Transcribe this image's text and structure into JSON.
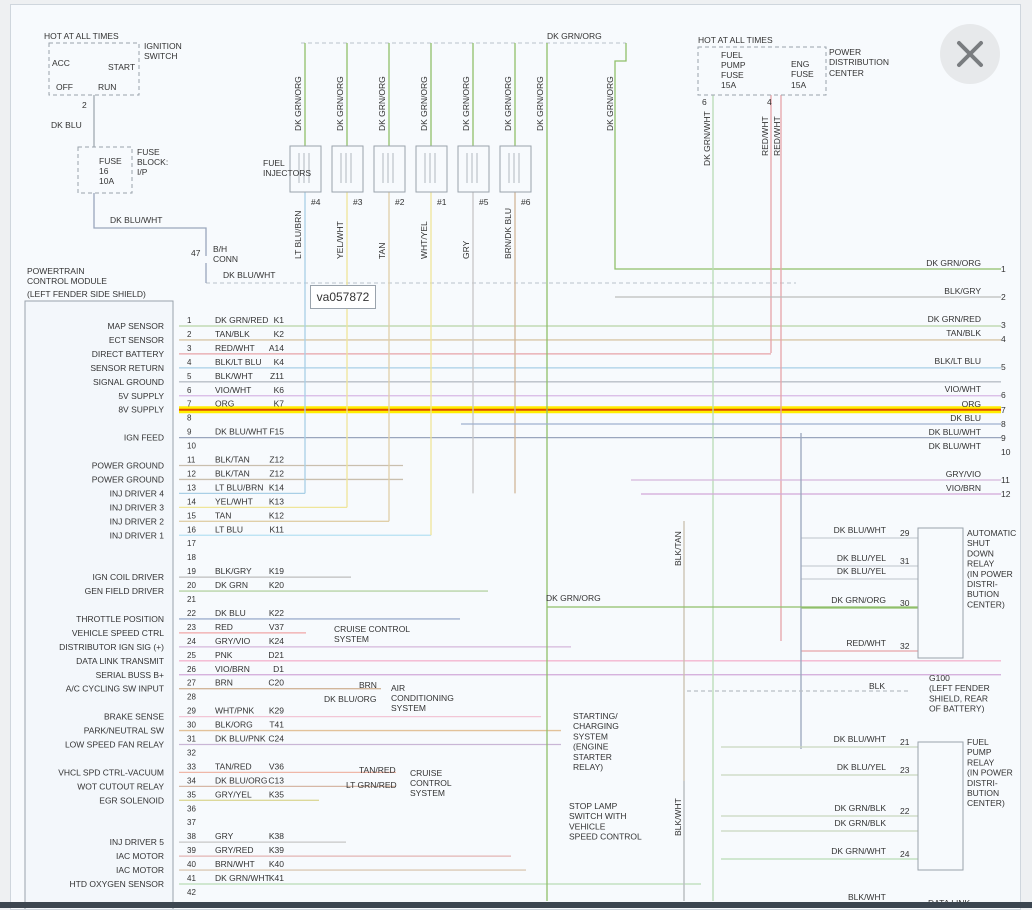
{
  "top_labels": [
    {
      "id": "hot-all-times-left",
      "text": "HOT AT ALL TIMES"
    },
    {
      "id": "ign-switch-1",
      "text": "IGNITION"
    },
    {
      "id": "ign-switch-2",
      "text": "SWITCH"
    },
    {
      "id": "acc",
      "text": "ACC"
    },
    {
      "id": "start",
      "text": "START"
    },
    {
      "id": "off",
      "text": "OFF"
    },
    {
      "id": "run",
      "text": "RUN"
    },
    {
      "id": "pin2",
      "text": "2"
    },
    {
      "id": "dkblu",
      "text": "DK BLU"
    },
    {
      "id": "fuse-a",
      "text": "FUSE"
    },
    {
      "id": "fuse-b",
      "text": "16"
    },
    {
      "id": "fuse-c",
      "text": "10A"
    },
    {
      "id": "fuseblock-1",
      "text": "FUSE"
    },
    {
      "id": "fuseblock-2",
      "text": "BLOCK:"
    },
    {
      "id": "fuseblock-3",
      "text": "I/P"
    },
    {
      "id": "dkbluwht-1",
      "text": "DK BLU/WHT"
    },
    {
      "id": "pin47",
      "text": "47"
    },
    {
      "id": "bh-1",
      "text": "B/H"
    },
    {
      "id": "bh-2",
      "text": "CONN"
    },
    {
      "id": "dkbluwht-2",
      "text": "DK BLU/WHT"
    },
    {
      "id": "pcm-1",
      "text": "POWERTRAIN"
    },
    {
      "id": "pcm-2",
      "text": "CONTROL MODULE"
    },
    {
      "id": "pcm-3",
      "text": "(LEFT FENDER SIDE SHIELD)"
    },
    {
      "id": "fuel-inj-1",
      "text": "FUEL"
    },
    {
      "id": "fuel-inj-2",
      "text": "INJECTORS"
    },
    {
      "id": "dkgrnorg-top",
      "text": "DK GRN/ORG"
    },
    {
      "id": "hot-all-times-right",
      "text": "HOT AT ALL TIMES"
    },
    {
      "id": "fp-fuse-1",
      "text": "FUEL"
    },
    {
      "id": "fp-fuse-2",
      "text": "PUMP"
    },
    {
      "id": "fp-fuse-3",
      "text": "FUSE"
    },
    {
      "id": "fp-fuse-4",
      "text": "15A"
    },
    {
      "id": "eng-fuse-1",
      "text": "ENG"
    },
    {
      "id": "eng-fuse-2",
      "text": "FUSE"
    },
    {
      "id": "eng-fuse-3",
      "text": "15A"
    },
    {
      "id": "pdc-1",
      "text": "POWER"
    },
    {
      "id": "pdc-2",
      "text": "DISTRIBUTION"
    },
    {
      "id": "pdc-3",
      "text": "CENTER"
    },
    {
      "id": "pin6",
      "text": "6"
    },
    {
      "id": "pin4",
      "text": "4"
    }
  ],
  "watermark": "va057872",
  "injectors": [
    "#4",
    "#3",
    "#2",
    "#1",
    "#5",
    "#6"
  ],
  "injector_top_wires": [
    "DK GRN/ORG",
    "DK GRN/ORG",
    "DK GRN/ORG",
    "DK GRN/ORG",
    "DK GRN/ORG",
    "DK GRN/ORG"
  ],
  "extra_vertical": [
    "DK GRN/ORG",
    "DK GRN/ORG"
  ],
  "injector_bottom_wires": [
    "LT BLU/BRN",
    "YEL/WHT",
    "TAN",
    "WHT/YEL",
    "GRY",
    "BRN/DK BLU"
  ],
  "right_vertical": [
    "DK GRN/WHT",
    "RED/WHT",
    "RED/WHT",
    "BLK/TAN",
    "BLK/WHT"
  ],
  "pcm_pins": [
    {
      "n": "1",
      "label": "MAP SENSOR",
      "wire": "DK GRN/RED",
      "circuit": "K1"
    },
    {
      "n": "2",
      "label": "ECT SENSOR",
      "wire": "TAN/BLK",
      "circuit": "K2"
    },
    {
      "n": "3",
      "label": "DIRECT BATTERY",
      "wire": "RED/WHT",
      "circuit": "A14"
    },
    {
      "n": "4",
      "label": "SENSOR RETURN",
      "wire": "BLK/LT BLU",
      "circuit": "K4"
    },
    {
      "n": "5",
      "label": "SIGNAL GROUND",
      "wire": "BLK/WHT",
      "circuit": "Z11"
    },
    {
      "n": "6",
      "label": "5V SUPPLY",
      "wire": "VIO/WHT",
      "circuit": "K6"
    },
    {
      "n": "7",
      "label": "8V SUPPLY",
      "wire": "ORG",
      "circuit": "K7"
    },
    {
      "n": "8",
      "label": "",
      "wire": "",
      "circuit": ""
    },
    {
      "n": "9",
      "label": "IGN FEED",
      "wire": "DK BLU/WHT",
      "circuit": "F15"
    },
    {
      "n": "10",
      "label": "",
      "wire": "",
      "circuit": ""
    },
    {
      "n": "11",
      "label": "POWER GROUND",
      "wire": "BLK/TAN",
      "circuit": "Z12"
    },
    {
      "n": "12",
      "label": "POWER GROUND",
      "wire": "BLK/TAN",
      "circuit": "Z12"
    },
    {
      "n": "13",
      "label": "INJ DRIVER 4",
      "wire": "LT BLU/BRN",
      "circuit": "K14"
    },
    {
      "n": "14",
      "label": "INJ DRIVER 3",
      "wire": "YEL/WHT",
      "circuit": "K13"
    },
    {
      "n": "15",
      "label": "INJ DRIVER 2",
      "wire": "TAN",
      "circuit": "K12"
    },
    {
      "n": "16",
      "label": "INJ DRIVER 1",
      "wire": "LT BLU",
      "circuit": "K11"
    },
    {
      "n": "17",
      "label": "",
      "wire": "",
      "circuit": ""
    },
    {
      "n": "18",
      "label": "",
      "wire": "",
      "circuit": ""
    },
    {
      "n": "19",
      "label": "IGN COIL DRIVER",
      "wire": "BLK/GRY",
      "circuit": "K19"
    },
    {
      "n": "20",
      "label": "GEN FIELD DRIVER",
      "wire": "DK GRN",
      "circuit": "K20"
    },
    {
      "n": "21",
      "label": "",
      "wire": "",
      "circuit": ""
    },
    {
      "n": "22",
      "label": "THROTTLE POSITION",
      "wire": "DK BLU",
      "circuit": "K22"
    },
    {
      "n": "23",
      "label": "VEHICLE SPEED CTRL",
      "wire": "RED",
      "circuit": "V37"
    },
    {
      "n": "24",
      "label": "DISTRIBUTOR IGN SIG (+)",
      "wire": "GRY/VIO",
      "circuit": "K24"
    },
    {
      "n": "25",
      "label": "DATA LINK TRANSMIT",
      "wire": "PNK",
      "circuit": "D21"
    },
    {
      "n": "26",
      "label": "SERIAL BUSS B+",
      "wire": "VIO/BRN",
      "circuit": "D1"
    },
    {
      "n": "27",
      "label": "A/C CYCLING SW INPUT",
      "wire": "BRN",
      "circuit": "C20"
    },
    {
      "n": "28",
      "label": "",
      "wire": "",
      "circuit": ""
    },
    {
      "n": "29",
      "label": "BRAKE SENSE",
      "wire": "WHT/PNK",
      "circuit": "K29"
    },
    {
      "n": "30",
      "label": "PARK/NEUTRAL SW",
      "wire": "BLK/ORG",
      "circuit": "T41"
    },
    {
      "n": "31",
      "label": "LOW SPEED FAN RELAY",
      "wire": "DK BLU/PNK",
      "circuit": "C24"
    },
    {
      "n": "32",
      "label": "",
      "wire": "",
      "circuit": ""
    },
    {
      "n": "33",
      "label": "VHCL SPD CTRL-VACUUM",
      "wire": "TAN/RED",
      "circuit": "V36"
    },
    {
      "n": "34",
      "label": "WOT CUTOUT RELAY",
      "wire": "DK BLU/ORG",
      "circuit": "C13"
    },
    {
      "n": "35",
      "label": "EGR SOLENOID",
      "wire": "GRY/YEL",
      "circuit": "K35"
    },
    {
      "n": "36",
      "label": "",
      "wire": "",
      "circuit": ""
    },
    {
      "n": "37",
      "label": "",
      "wire": "",
      "circuit": ""
    },
    {
      "n": "38",
      "label": "INJ DRIVER 5",
      "wire": "GRY",
      "circuit": "K38"
    },
    {
      "n": "39",
      "label": "IAC MOTOR",
      "wire": "GRY/RED",
      "circuit": "K39"
    },
    {
      "n": "40",
      "label": "IAC MOTOR",
      "wire": "BRN/WHT",
      "circuit": "K40"
    },
    {
      "n": "41",
      "label": "HTD OXYGEN SENSOR",
      "wire": "DK GRN/WHT",
      "circuit": "K41"
    },
    {
      "n": "42",
      "label": "",
      "wire": "",
      "circuit": ""
    }
  ],
  "right_connector": [
    {
      "n": "1",
      "wire": "DK GRN/ORG"
    },
    {
      "n": "2",
      "wire": "BLK/GRY"
    },
    {
      "n": "3",
      "wire": "DK GRN/RED"
    },
    {
      "n": "4",
      "wire": "TAN/BLK"
    },
    {
      "n": "5",
      "wire": "BLK/LT BLU"
    },
    {
      "n": "6",
      "wire": "VIO/WHT"
    },
    {
      "n": "7",
      "wire": "ORG"
    },
    {
      "n": "8",
      "wire": "DK BLU"
    },
    {
      "n": "9",
      "wire": "DK BLU/WHT"
    },
    {
      "n": "10",
      "wire": "DK BLU/WHT"
    },
    {
      "n": "11",
      "wire": "GRY/VIO"
    },
    {
      "n": "12",
      "wire": "VIO/BRN"
    }
  ],
  "asd_relay": {
    "title": [
      "AUTOMATIC",
      "SHUT",
      "DOWN",
      "RELAY",
      "(IN POWER",
      "DISTRI-",
      "BUTION",
      "CENTER)"
    ],
    "pins": [
      {
        "n": "29",
        "wire": "DK BLU/WHT"
      },
      {
        "n": "31",
        "wire": "DK BLU/YEL"
      },
      {
        "n": "",
        "wire": "DK BLU/YEL"
      },
      {
        "n": "30",
        "wire": "DK GRN/ORG"
      },
      {
        "n": "32",
        "wire": "RED/WHT"
      }
    ]
  },
  "fp_relay": {
    "title": [
      "FUEL",
      "PUMP",
      "RELAY",
      "(IN POWER",
      "DISTRI-",
      "BUTION",
      "CENTER)"
    ],
    "pins": [
      {
        "n": "21",
        "wire": "DK BLU/WHT"
      },
      {
        "n": "23",
        "wire": "DK BLU/YEL"
      },
      {
        "n": "22",
        "wire": "DK GRN/BLK"
      },
      {
        "n": "",
        "wire": "DK GRN/BLK"
      },
      {
        "n": "24",
        "wire": "DK GRN/WHT"
      }
    ]
  },
  "g100": {
    "title": [
      "G100",
      "(LEFT FENDER",
      "SHIELD, REAR",
      "OF BATTERY)"
    ],
    "wire": "BLK"
  },
  "mid_dkgrnorg": "DK GRN/ORG",
  "destinations": [
    {
      "id": "cruise1",
      "lines": [
        "CRUISE CONTROL",
        "SYSTEM"
      ]
    },
    {
      "id": "ac",
      "lines": [
        "AIR",
        "CONDITIONING",
        "SYSTEM"
      ],
      "wires": [
        "BRN",
        "DK BLU/ORG"
      ]
    },
    {
      "id": "charging",
      "lines": [
        "STARTING/",
        "CHARGING",
        "SYSTEM",
        "(ENGINE",
        "STARTER",
        "RELAY)"
      ]
    },
    {
      "id": "cruise2",
      "lines": [
        "CRUISE",
        "CONTROL",
        "SYSTEM"
      ],
      "wires": [
        "TAN/RED",
        "LT GRN/RED"
      ]
    },
    {
      "id": "stoplamp",
      "lines": [
        "STOP LAMP",
        "SWITCH WITH",
        "VEHICLE",
        "SPEED CONTROL"
      ]
    }
  ],
  "bottom_partial": [
    "BLK/WHT",
    "DATA LINK"
  ],
  "colors": {
    "dk_grn_org": "#8fbf6a",
    "dk_blu_wht": "#9aa6bd",
    "red_wht": "#e7a3a8",
    "orange": "#ffa020",
    "highlight": "#ffee00",
    "highlight_core": "#e04a00"
  }
}
